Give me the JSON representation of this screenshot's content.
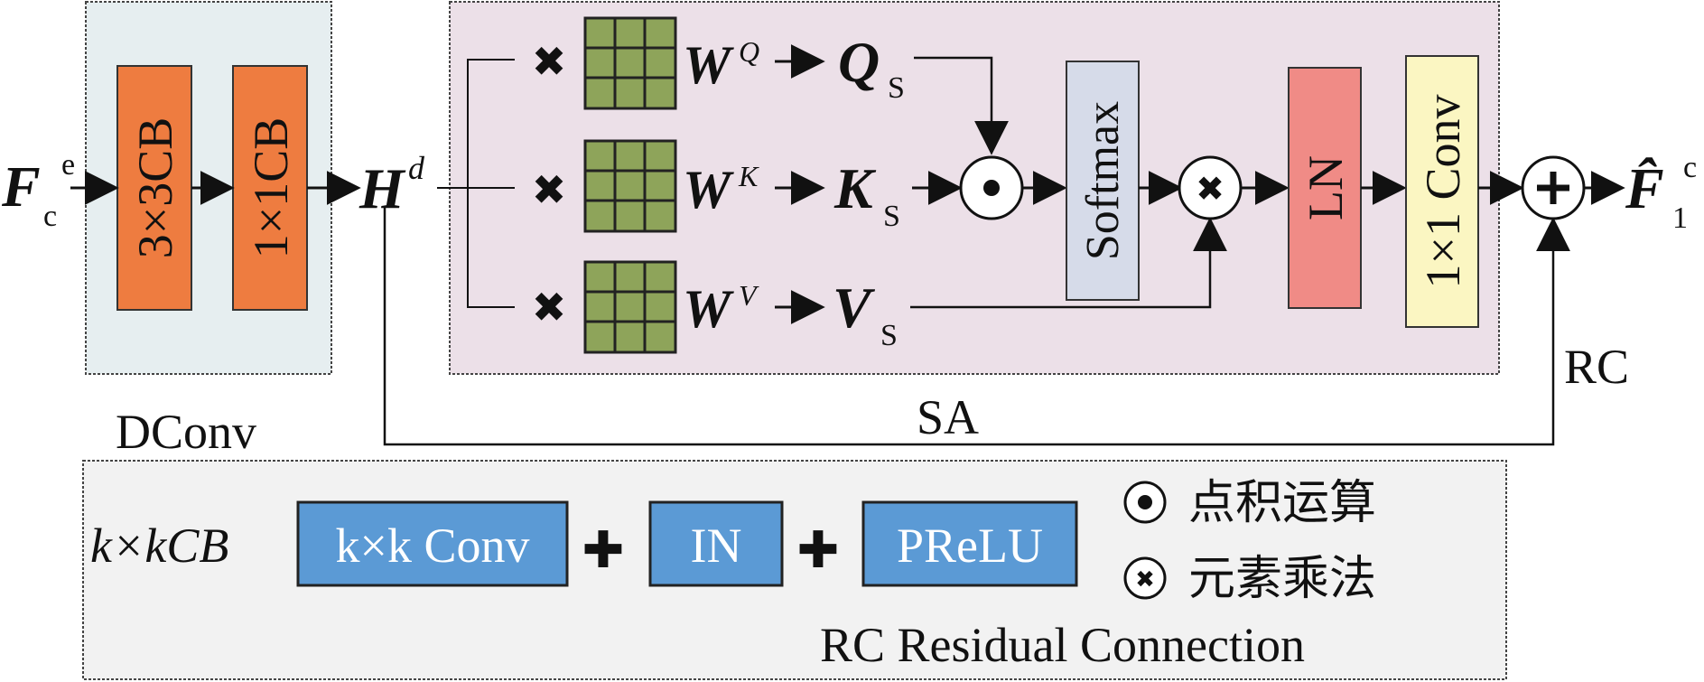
{
  "input": {
    "symbol": "F",
    "sub": "c",
    "sup": "e"
  },
  "hidden": {
    "symbol": "H",
    "sup": "d"
  },
  "output": {
    "symbol": "F̂",
    "sub": "1",
    "sup": "c"
  },
  "dconv": {
    "label": "DConv",
    "block1": "3×3CB",
    "block2": "1×1CB"
  },
  "sa": {
    "label": "SA",
    "branches": [
      {
        "w": "W",
        "wsup": "Q",
        "out": "Q",
        "outsub": "S"
      },
      {
        "w": "W",
        "wsup": "K",
        "out": "K",
        "outsub": "S"
      },
      {
        "w": "W",
        "wsup": "V",
        "out": "V",
        "outsub": "S"
      }
    ],
    "softmax": "Softmax",
    "ln": "LN",
    "conv": "1×1 Conv"
  },
  "rc": "RC",
  "legend": {
    "kcb": "k×kCB",
    "conv": "k×k Conv",
    "in": "IN",
    "prelu": "PReLU",
    "dot_product": "点积运算",
    "element_mult": "元素乘法",
    "rc_text": "RC Residual Connection"
  },
  "colors": {
    "dconv_bg": "#e6eef0",
    "sa_bg": "#ece0e8",
    "legend_bg": "#f2f2f2",
    "cb_orange": "#ee7c40",
    "grid_green": "#8ea45a",
    "softmax": "#d6dbe9",
    "ln": "#f08b86",
    "conv_yellow": "#fbf6c2",
    "legend_blue": "#5b9ad5"
  }
}
